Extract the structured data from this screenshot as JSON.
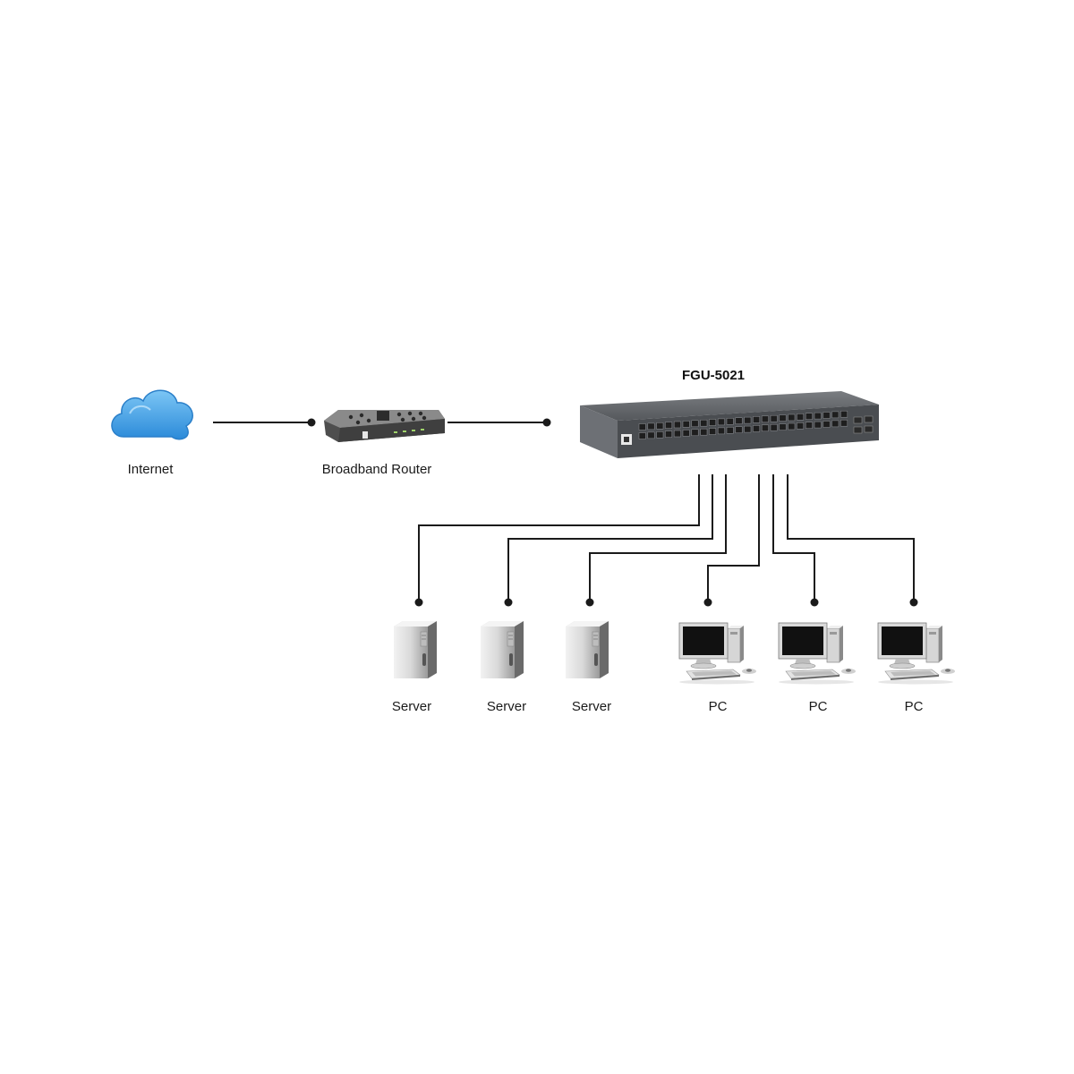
{
  "switch": {
    "label": "FGU-5021"
  },
  "internet": {
    "label": "Internet"
  },
  "router": {
    "label": "Broadband Router"
  },
  "servers": [
    {
      "label": "Server"
    },
    {
      "label": "Server"
    },
    {
      "label": "Server"
    }
  ],
  "pcs": [
    {
      "label": "PC"
    },
    {
      "label": "PC"
    },
    {
      "label": "PC"
    }
  ],
  "colors": {
    "cloud": "#3d9ee6",
    "line": "#1a1a1a",
    "switch_body": "#5d6064",
    "router_body": "#5a5a5a"
  }
}
